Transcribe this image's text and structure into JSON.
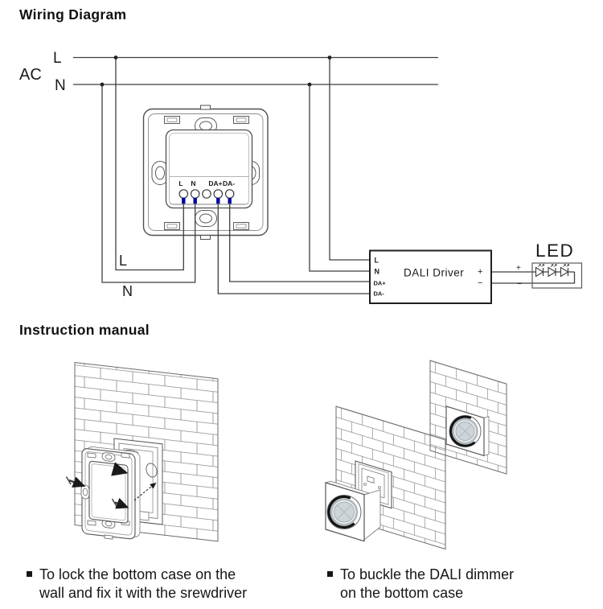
{
  "page": {
    "background": "#ffffff"
  },
  "wiring": {
    "title": "Wiring Diagram",
    "source": {
      "ac": "AC",
      "live": "L",
      "neutral": "N"
    },
    "branch_labels": {
      "live": "L",
      "neutral": "N"
    },
    "switch": {
      "terminals": [
        "L",
        "N",
        "DA+",
        "DA-"
      ]
    },
    "driver": {
      "name": "DALI Driver",
      "inputs": [
        "L",
        "N",
        "DA+",
        "DA-"
      ],
      "output_plus": "+",
      "output_minus": "−"
    },
    "led": {
      "title": "LED",
      "plus": "+",
      "minus": "−"
    },
    "colors": {
      "terminal_label": "#e60000",
      "terminal_wire": "#0000a2",
      "line": "#3f3f3f"
    }
  },
  "instructions": {
    "title": "Instruction manual",
    "steps": [
      {
        "lines": [
          "To lock the bottom case on the",
          "wall and fix it with the srewdriver"
        ]
      },
      {
        "lines": [
          "To buckle the DALI dimmer",
          "on the bottom case"
        ]
      }
    ]
  }
}
